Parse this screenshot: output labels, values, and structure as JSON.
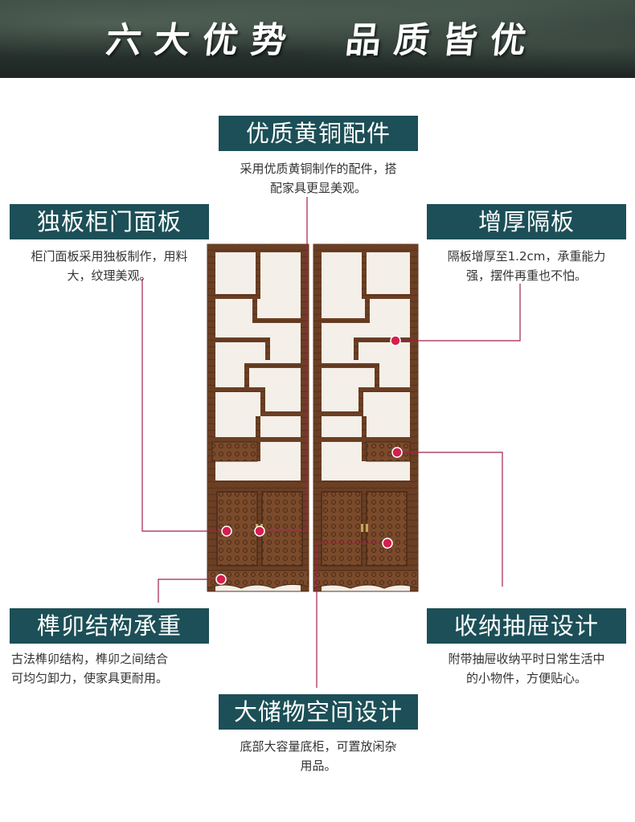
{
  "banner": {
    "left_text": "六大优势",
    "right_text": "品质皆优"
  },
  "features": {
    "brass": {
      "title": "优质黄铜配件",
      "lines": [
        "采用优质黄铜制作的配件，搭",
        "配家具更显美观。"
      ]
    },
    "single_board": {
      "title": "独板柜门面板",
      "lines": [
        "柜门面板采用独板制作，用料",
        "大，纹理美观。"
      ]
    },
    "thick_shelf": {
      "title": "增厚隔板",
      "lines": [
        "隔板增厚至1.2cm，承重能力",
        "强，摆件再重也不怕。"
      ]
    },
    "mortise": {
      "title": "榫卯结构承重",
      "lines": [
        "古法榫卯结构，榫卯之间结合",
        "可均匀卸力，使家具更耐用。"
      ]
    },
    "drawer": {
      "title": "收纳抽屉设计",
      "lines": [
        "附带抽屉收纳平时日常生活中",
        "的小物件，方便贴心。"
      ]
    },
    "storage": {
      "title": "大储物空间设计",
      "lines": [
        "底部大容量底柜，可置放闲杂",
        "用品。"
      ]
    }
  },
  "colors": {
    "label_bg": "#1c4f57",
    "leader_line": "#a3204a",
    "marker": "#d41f4f",
    "wood": "#6b3f24"
  }
}
